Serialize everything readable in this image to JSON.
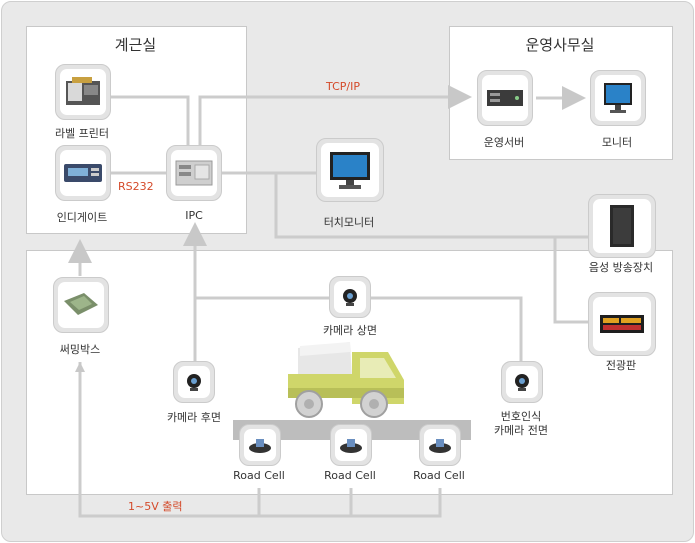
{
  "panels": {
    "weighing_room": "계근실",
    "operations_office": "운영사무실"
  },
  "nodes": {
    "label_printer": "라벨 프린터",
    "indicator": "인디게이트",
    "ipc": "IPC",
    "operation_server": "운영서버",
    "monitor": "모니터",
    "touch_monitor": "터치모니터",
    "speaker": "음성 방송장치",
    "display_board": "전광판",
    "summing_box": "써밍박스",
    "camera_top": "카메라 상면",
    "camera_rear": "카메라 후면",
    "camera_front_line1": "번호인식",
    "camera_front_line2": "카메라 전면",
    "load_cell_1": "Road Cell",
    "load_cell_2": "Road Cell",
    "load_cell_3": "Road Cell"
  },
  "links": {
    "tcp_ip": "TCP/IP",
    "rs232": "RS232",
    "output": "1~5V 출력"
  },
  "colors": {
    "line": "#cccccc",
    "accent": "#d44a2a",
    "truck": "#cfd66a"
  }
}
